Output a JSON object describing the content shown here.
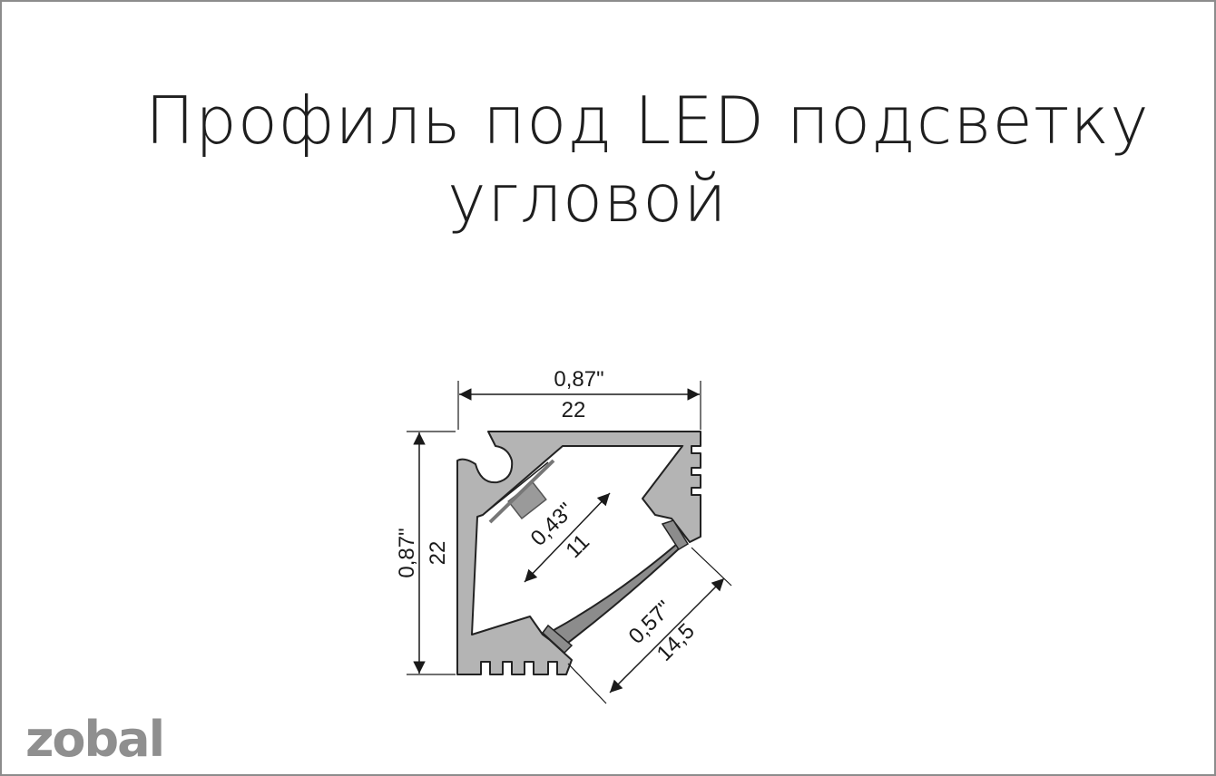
{
  "title": {
    "line1": "Профиль под LED подсветку",
    "line2": "угловой"
  },
  "dimensions": {
    "width_in": "0,87\"",
    "width_mm": "22",
    "height_in": "0,87\"",
    "height_mm": "22",
    "inner_in": "0,43\"",
    "inner_mm": "11",
    "diffuser_in": "0,57\"",
    "diffuser_mm": "14,5"
  },
  "logo": "zobal",
  "colors": {
    "profile_fill": "#b4b4b4",
    "profile_stroke": "#222222",
    "diffuser_fill": "#8c8c8c",
    "logo": "#8f8f8f"
  }
}
